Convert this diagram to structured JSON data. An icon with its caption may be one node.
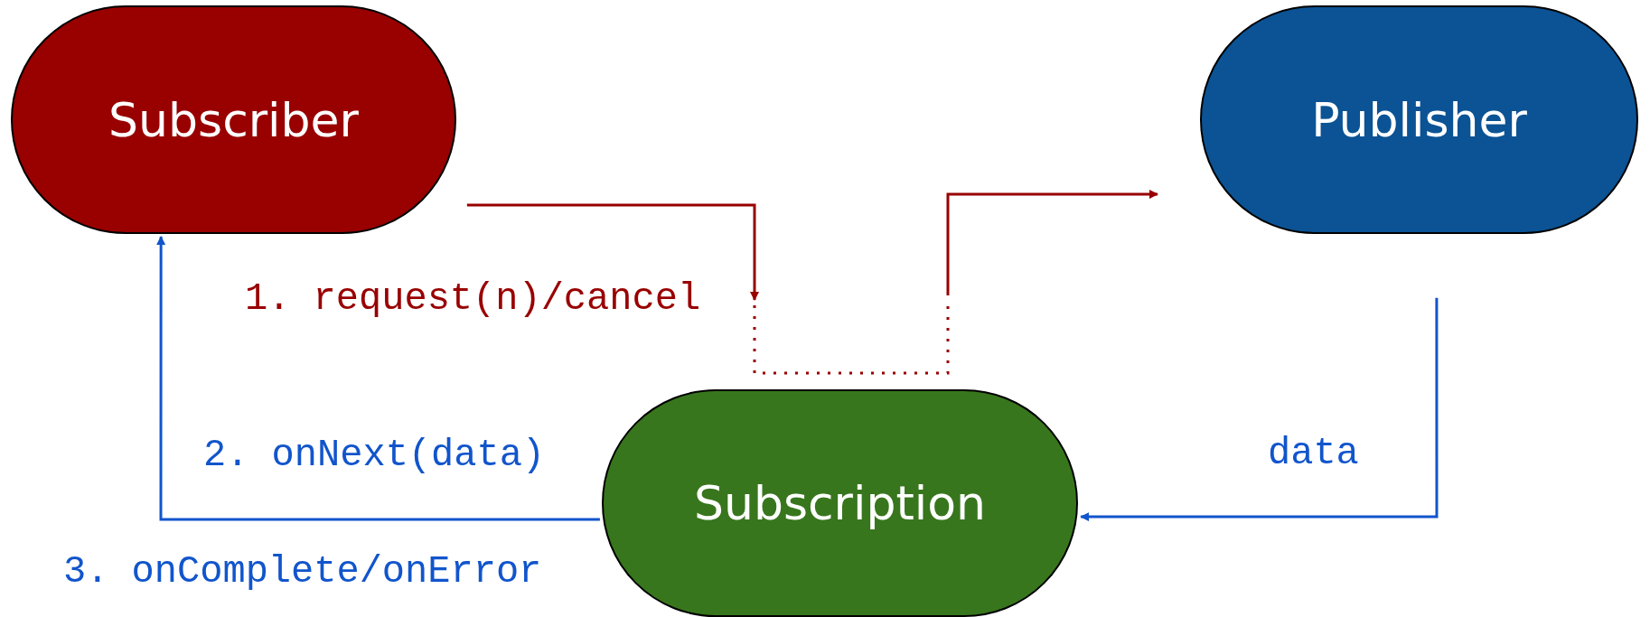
{
  "diagram": {
    "nodes": [
      {
        "text": [
          "Subscriber"
        ]
      },
      {
        "text": [
          "Publisher"
        ]
      },
      {
        "text": [
          "Subscription"
        ]
      }
    ],
    "edges": [
      {
        "from": 0,
        "to": null,
        "arrow": "to",
        "label": "1. request(n)/cancel",
        "color": "#990000"
      },
      {
        "from": null,
        "to": 1,
        "arrow": "to",
        "color": "#990000"
      },
      {
        "from": 1,
        "to": 2,
        "arrow": "to",
        "label": "data",
        "color": "#1155cc"
      },
      {
        "from": 2,
        "to": 0,
        "arrow": "to",
        "label": "2. onNext(data)",
        "color": "#1155cc"
      }
    ],
    "labels": [
      "3. onComplete/onError"
    ]
  }
}
